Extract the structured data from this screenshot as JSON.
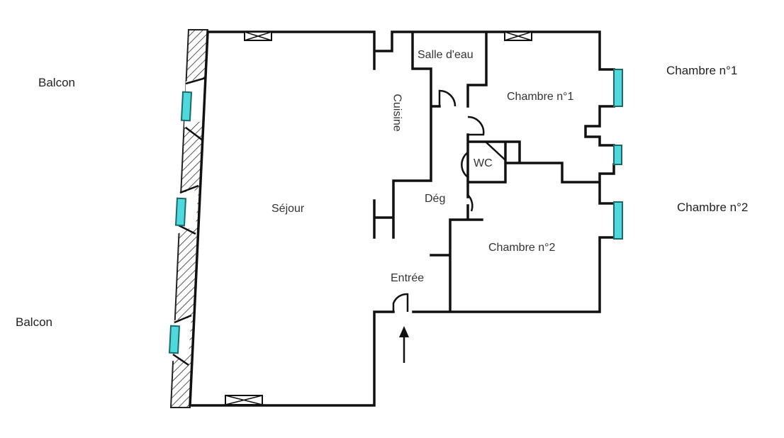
{
  "plan": {
    "outside_labels": {
      "balcon_top": "Balcon",
      "balcon_bottom": "Balcon",
      "chambre1_side": "Chambre n°1",
      "chambre2_side": "Chambre n°2"
    },
    "rooms": {
      "sejour": "Séjour",
      "cuisine": "Cuisine",
      "salle_deau": "Salle d'eau",
      "chambre1": "Chambre n°1",
      "wc": "WC",
      "deg": "Dég",
      "chambre2": "Chambre n°2",
      "entree": "Entrée"
    },
    "colors": {
      "window": "#4fd9dc",
      "wall": "#111111"
    }
  }
}
